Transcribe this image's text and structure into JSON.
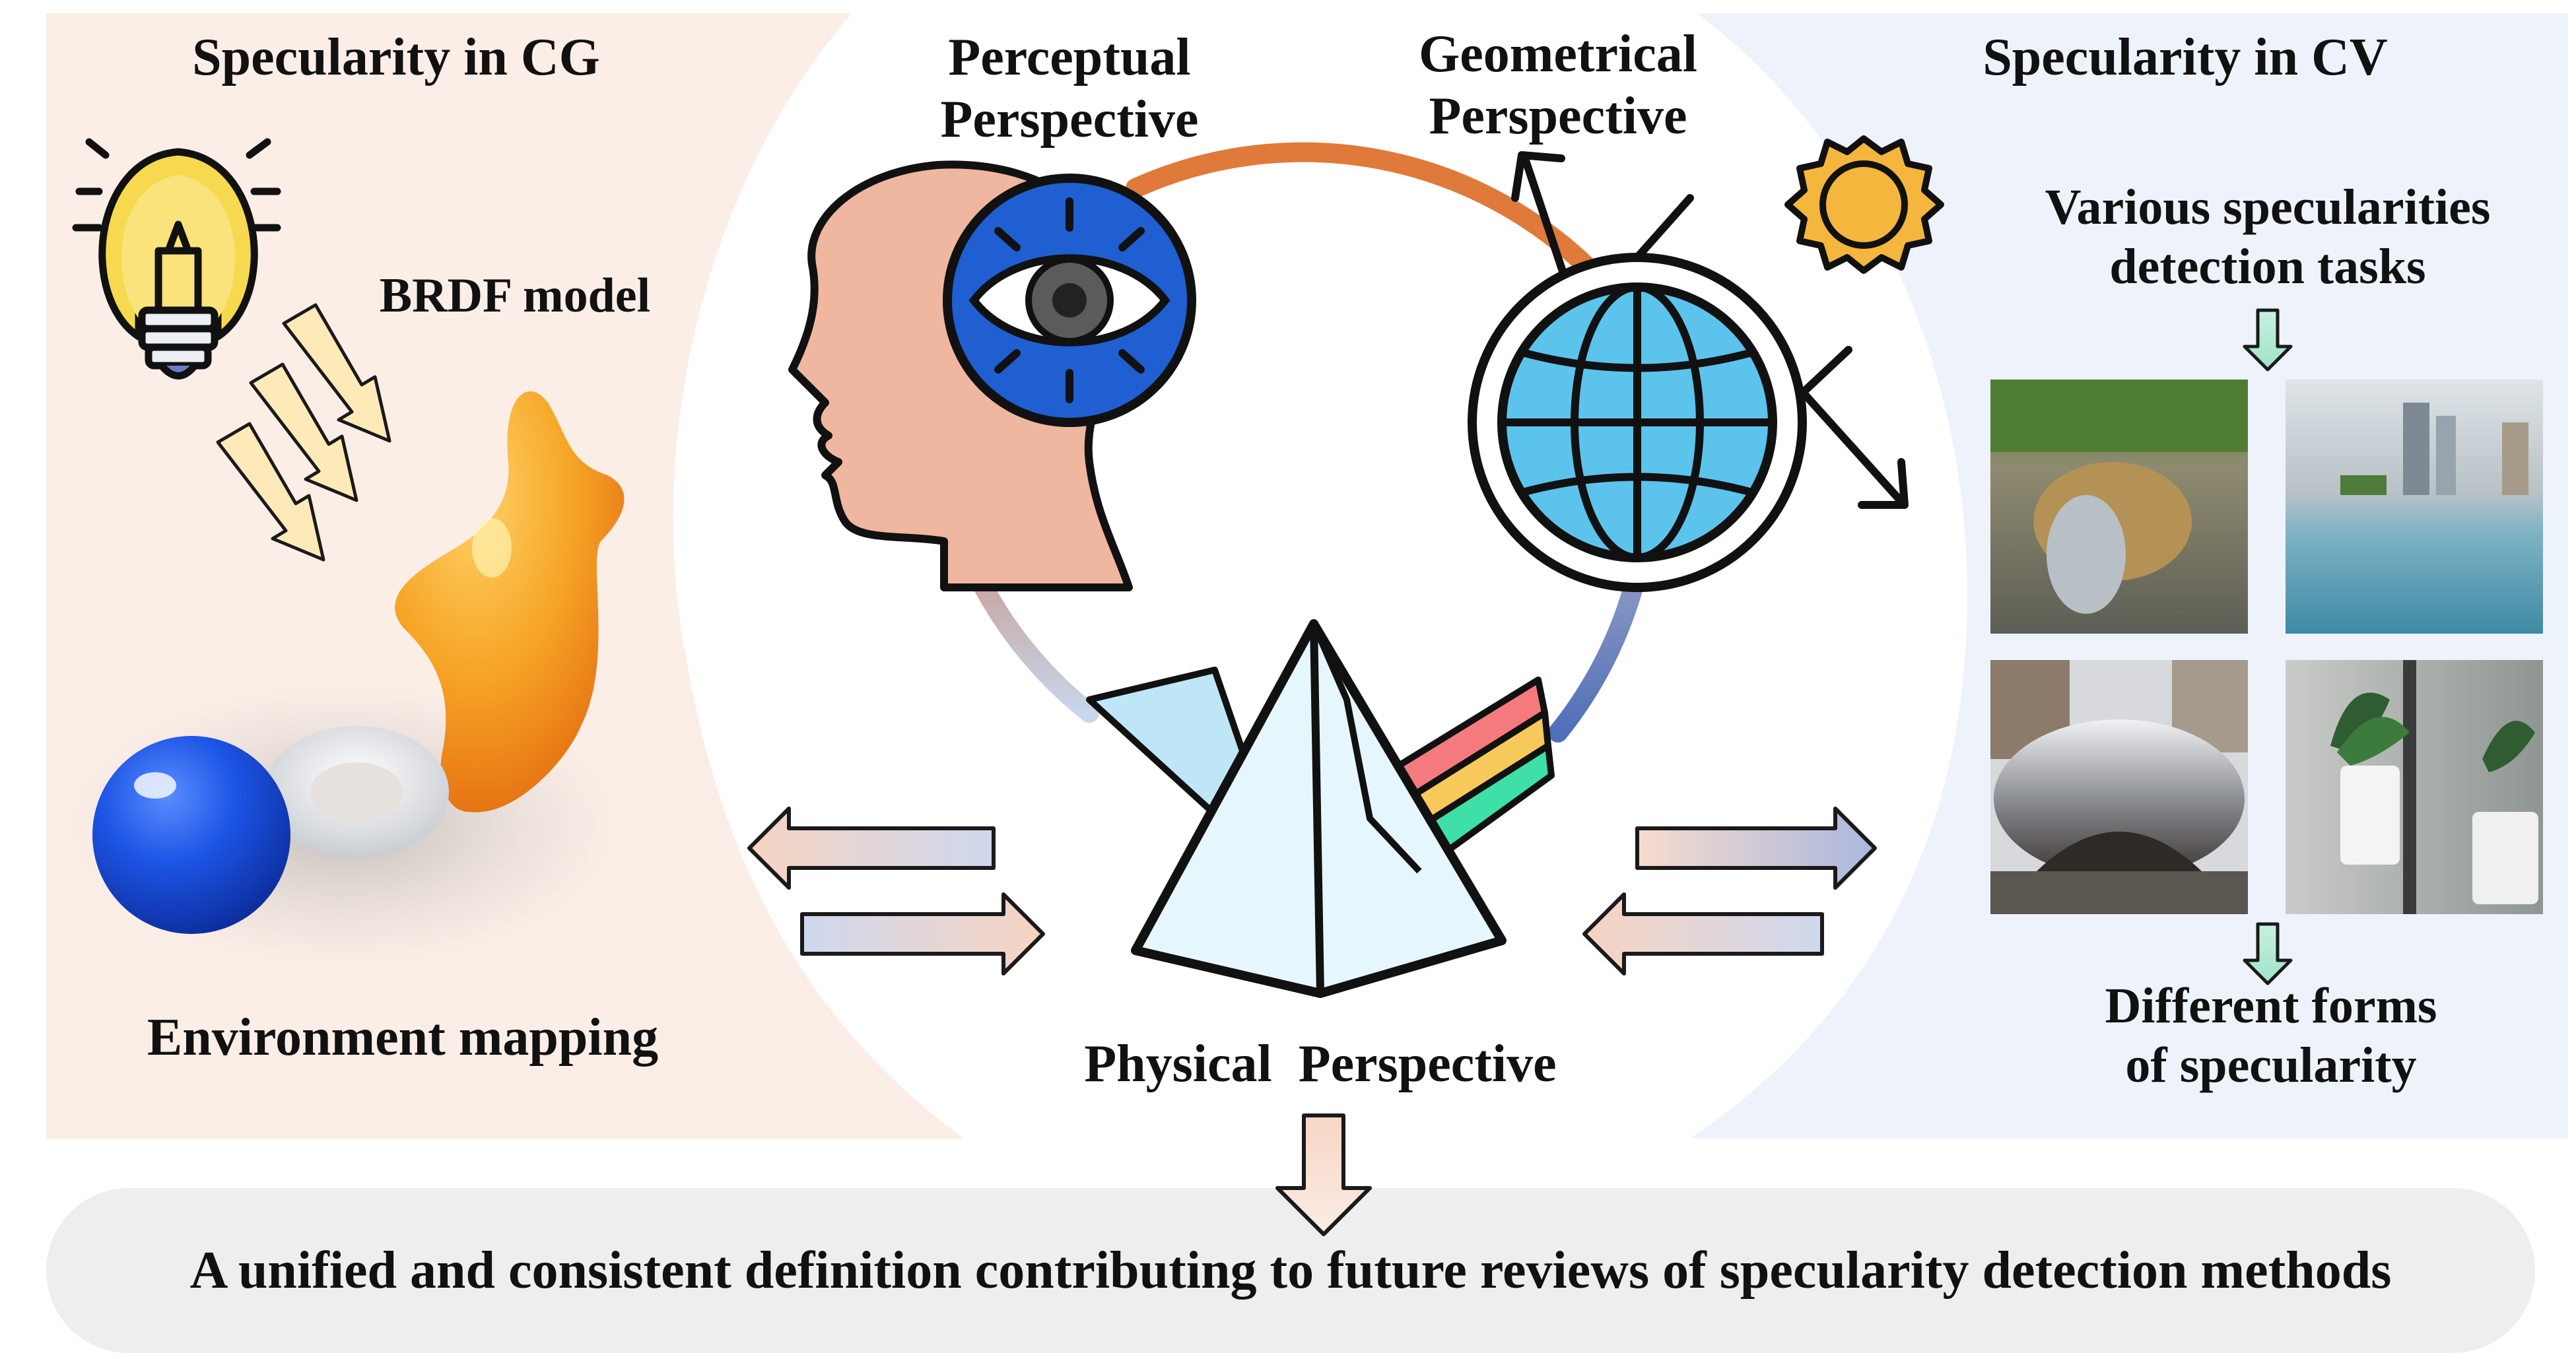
{
  "left_panel": {
    "title": "Specularity in CG",
    "brdf_label": "BRDF model",
    "env_label": "Environment mapping"
  },
  "center": {
    "perceptual_label": "Perceptual\nPerspective",
    "geometrical_label": "Geometrical\nPerspective",
    "physical_label": "Physical  Perspective"
  },
  "right_panel": {
    "title": "Specularity in CV",
    "tasks_label": "Various specularities\ndetection tasks",
    "forms_label": "Different forms\nof specularity",
    "photos": [
      "puddle-reflection-photo",
      "pool-reflection-photo",
      "bean-sculpture-photo",
      "mirror-plant-photo"
    ]
  },
  "bottom_bar": {
    "text": "A unified and consistent definition contributing to future reviews of specularity detection methods"
  },
  "colors": {
    "left_bg": "#fbeee7",
    "right_bg": "#eef3fb",
    "bottom_bar_bg": "#eeeeee",
    "head": "#efb7a0",
    "eye_disc": "#1f5fd1",
    "globe": "#5cc3ec",
    "sun": "#f4b63c",
    "arc_orange": "#e07a3a",
    "arc_blue": "#4f6fb8",
    "rainbow": [
      "#f47a7e",
      "#f7c95a",
      "#3ee0a8"
    ]
  }
}
